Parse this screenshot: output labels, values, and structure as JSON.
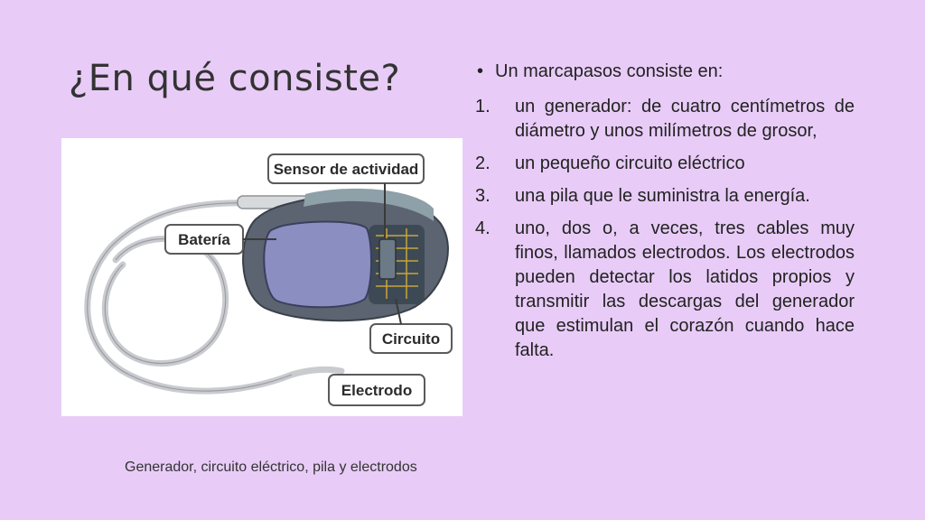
{
  "slide": {
    "title": "¿En qué consiste?",
    "caption": "Generador, circuito eléctrico, pila y electrodos"
  },
  "diagram": {
    "labels": {
      "sensor": "Sensor de actividad",
      "battery": "Batería",
      "circuit": "Circuito",
      "electrode": "Electrodo"
    }
  },
  "content": {
    "intro": "Un marcapasos consiste en:",
    "items": [
      {
        "num": "1.",
        "text": "un generador: de cuatro centímetros de diámetro y unos milímetros de grosor,"
      },
      {
        "num": "2.",
        "text": "un pequeño circuito eléctrico"
      },
      {
        "num": "3.",
        "text": "una pila que le suministra la energía."
      },
      {
        "num": "4.",
        "text": "uno, dos o, a veces, tres cables muy finos, llamados electrodos. Los electrodos pueden detectar los latidos propios y transmitir las descargas del generador que estimulan el corazón cuando hace falta."
      }
    ]
  }
}
